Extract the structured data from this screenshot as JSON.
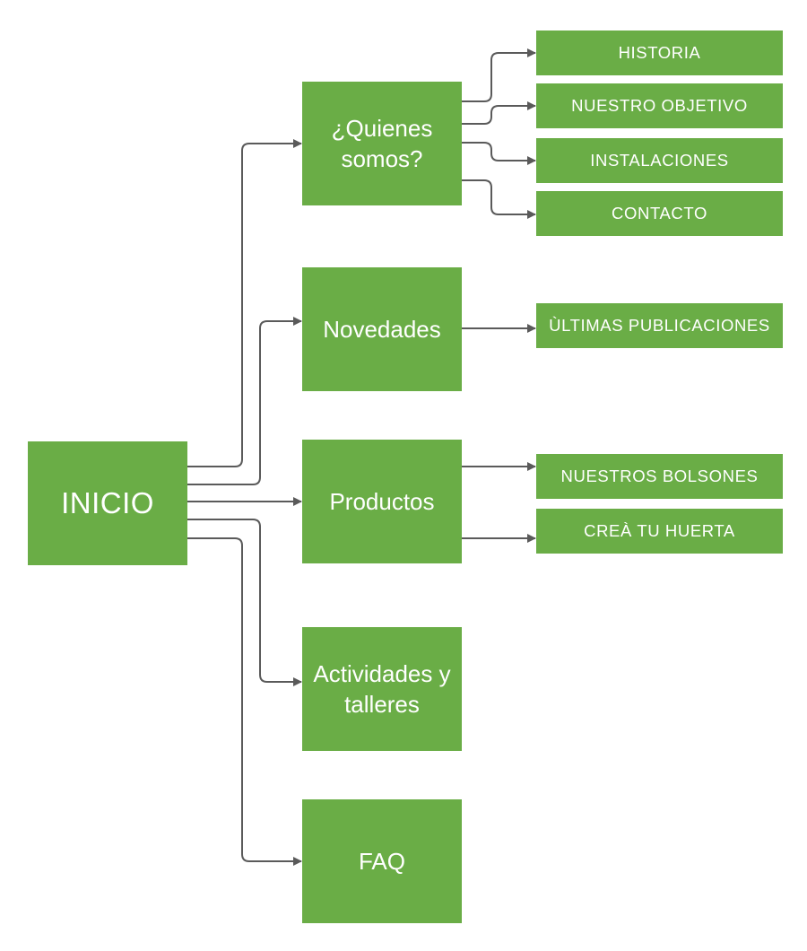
{
  "diagram": {
    "colors": {
      "box_fill": "#6aad46",
      "box_text": "#ffffff",
      "connector": "#5a5a5a"
    },
    "root": {
      "label": "INICIO"
    },
    "sections": [
      {
        "label": "¿Quienes somos?",
        "children": [
          "HISTORIA",
          "NUESTRO OBJETIVO",
          "INSTALACIONES",
          "CONTACTO"
        ]
      },
      {
        "label": "Novedades",
        "children": [
          "ÙLTIMAS PUBLICACIONES"
        ]
      },
      {
        "label": "Productos",
        "children": [
          "NUESTROS BOLSONES",
          "CREÀ TU HUERTA"
        ]
      },
      {
        "label": "Actividades y talleres",
        "children": []
      },
      {
        "label": "FAQ",
        "children": []
      }
    ]
  }
}
